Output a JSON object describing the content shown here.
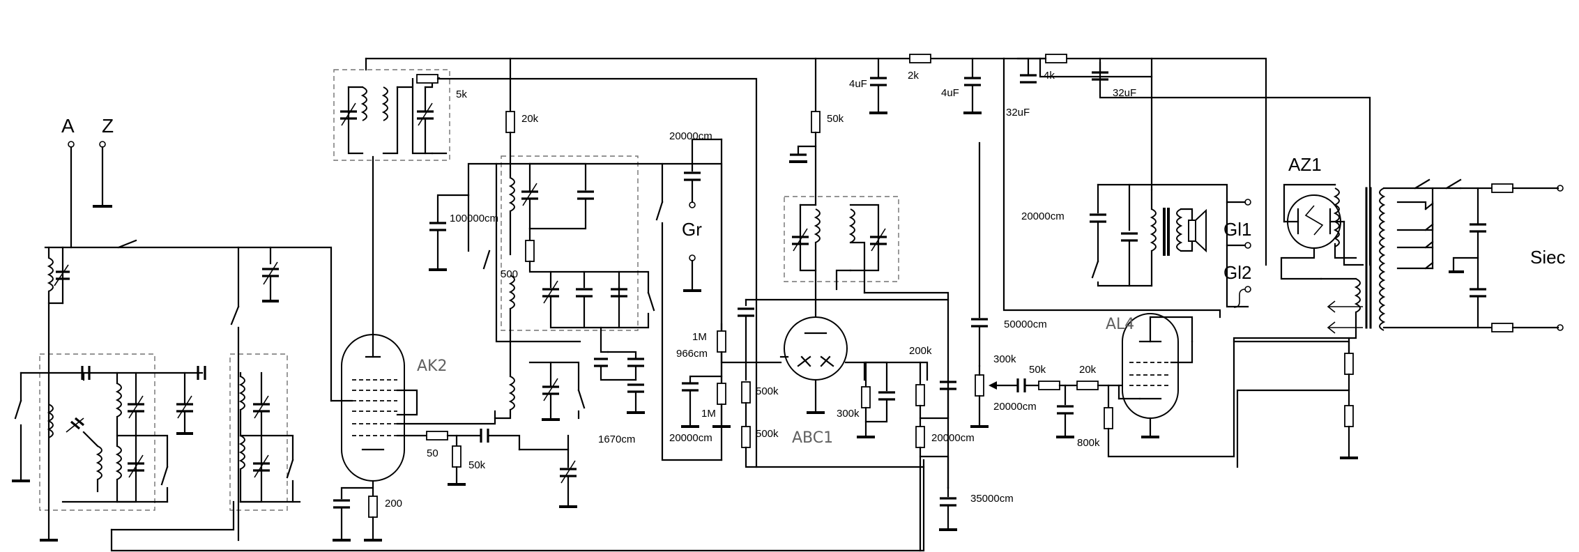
{
  "terminals": {
    "antenna": "A",
    "ground": "Z",
    "gramophone": "Gr",
    "mains": "Siec",
    "speaker1": "Gl1",
    "speaker2": "Gl2"
  },
  "tubes": {
    "mixer": "AK2",
    "detector": "ABC1",
    "output": "AL4",
    "rectifier": "AZ1"
  },
  "components": {
    "r_5k_top": "5k",
    "r_20k": "20k",
    "r_50k_abc": "50k",
    "r_2k": "2k",
    "r_4k": "4k",
    "c_4uF_a": "4uF",
    "c_4uF_b": "4uF",
    "c_32uF_a": "32uF",
    "c_32uF_b": "32uF",
    "c_20000cm_top": "20000cm",
    "c_100000cm": "100000cm",
    "r_500": "500",
    "c_20000cm_spk": "20000cm",
    "c_50000cm": "50000cm",
    "r_300k_pot": "300k",
    "r_50k_grid": "50k",
    "r_20k_grid": "20k",
    "c_20000cm_grid": "20000cm",
    "r_800k": "800k",
    "r_1M_a": "1M",
    "c_966cm": "966cm",
    "r_1M_b": "1M",
    "c_20000cm_det": "20000cm",
    "r_500k_a": "500k",
    "r_500k_b": "500k",
    "r_300k": "300k",
    "r_200k": "200k",
    "c_20000cm_out": "20000cm",
    "c_35000cm": "35000cm",
    "c_1670cm": "1670cm",
    "r_50": "50",
    "r_50k_ak": "50k",
    "r_200": "200"
  }
}
